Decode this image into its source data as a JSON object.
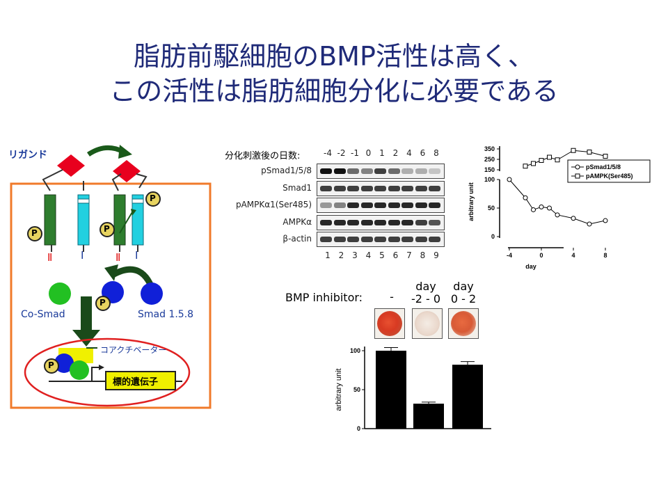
{
  "title": {
    "line1": "脂肪前駆細胞のBMP活性は高く、",
    "line2": "この活性は脂肪細胞分化に必要である"
  },
  "diagram": {
    "ligand_label": "リガンド",
    "receptor_type2": "Ⅱ",
    "receptor_type1": "Ⅰ",
    "phospho": "P",
    "co_smad_label": "Co-Smad",
    "smad_label": "Smad 1.5.8",
    "coactivator_label": "コアクチベーター",
    "target_gene_label": "標的遺伝子",
    "colors": {
      "frame": "#f07a2a",
      "ligand": "#e8001e",
      "receptor_green": "#2e7d2e",
      "receptor_cyan": "#22d0e0",
      "co_smad": "#22c022",
      "smad": "#1020d8",
      "nucleus": "#e02020",
      "coactivator": "#f0f000"
    }
  },
  "western": {
    "header_label": "分化刺激後の日数:",
    "days": [
      "-4",
      "-2",
      "-1",
      "0",
      "1",
      "2",
      "4",
      "6",
      "8"
    ],
    "rows": [
      "pSmad1/5/8",
      "Smad1",
      "pAMPKα1(Ser485)",
      "AMPKα",
      "β-actin"
    ],
    "lanes": [
      "1",
      "2",
      "3",
      "4",
      "5",
      "6",
      "7",
      "8",
      "9"
    ]
  },
  "chart_data": [
    {
      "type": "line",
      "xlabel": "day",
      "ylabel": "arbitrary unit",
      "x_ticks": [
        "-4",
        "0",
        "4",
        "8"
      ],
      "y_ticks_lower": [
        "0",
        "50",
        "100"
      ],
      "y_ticks_upper": [
        "150",
        "250",
        "350"
      ],
      "series": [
        {
          "name": "pSmad1/5/8",
          "marker": "circle",
          "x": [
            -4,
            -2,
            -1,
            0,
            1,
            2,
            4,
            6,
            8
          ],
          "y": [
            100,
            68,
            47,
            52,
            50,
            38,
            32,
            22,
            28
          ]
        },
        {
          "name": "pAMPK(Ser485)",
          "marker": "square",
          "x": [
            -2,
            -1,
            0,
            1,
            2,
            4,
            6,
            8
          ],
          "y": [
            185,
            210,
            240,
            270,
            245,
            335,
            320,
            280
          ]
        }
      ]
    },
    {
      "type": "bar",
      "ylabel": "arbitrary unit",
      "categories": [
        "-",
        "day\n-2 - 0",
        "day\n0 - 2"
      ],
      "values": [
        100,
        32,
        82
      ],
      "errors": [
        4,
        2,
        4
      ],
      "ylim": [
        0,
        100
      ],
      "y_ticks": [
        "0",
        "50",
        "100"
      ]
    }
  ],
  "inhibitor": {
    "label": "BMP inhibitor:",
    "col1": "-",
    "col2_top": "day",
    "col2_bottom": "-2 - 0",
    "col3_top": "day",
    "col3_bottom": "0 - 2"
  }
}
